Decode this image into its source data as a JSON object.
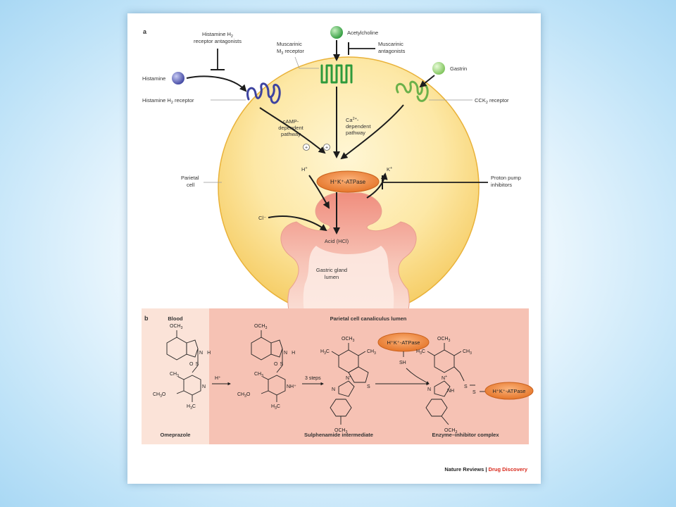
{
  "panel_a": {
    "letter": "a",
    "histamine": "Histamine",
    "h2_antagonists": [
      "Histamine H",
      "2",
      "receptor antagonists"
    ],
    "h2_receptor": [
      "Histamine H",
      "2",
      " receptor"
    ],
    "acetylcholine": "Acetylcholine",
    "muscarinic_antagonists": [
      "Muscarinic",
      "antagonists"
    ],
    "muscarinic_receptor": [
      "Muscarinic",
      "M",
      "3",
      " receptor"
    ],
    "gastrin": "Gastrin",
    "cck2_receptor": [
      "CCK",
      "2",
      " receptor"
    ],
    "camp_pathway": [
      "cAMP-",
      "dependent",
      "pathway"
    ],
    "ca_pathway": [
      "Ca",
      "2+",
      "-",
      "dependent",
      "pathway"
    ],
    "plus": "+",
    "h_ion": "H",
    "k_ion": "K",
    "ion_charge": "+",
    "atpase": "H⁺K⁺-ATPase",
    "parietal_cell": [
      "Parietal",
      "cell"
    ],
    "proton_pump_inhibitors": [
      "Proton pump",
      "inhibitors"
    ],
    "cl_ion": "Cl⁻",
    "acid": "Acid (HCl)",
    "lumen": [
      "Gastric gland",
      "lumen"
    ]
  },
  "panel_b": {
    "letter": "b",
    "blood": "Blood",
    "canaliculus": "Parietal cell canaliculus lumen",
    "proton": "H⁺",
    "three_steps": "3 steps",
    "atpase": "H⁺K⁺-ATPase",
    "sh": "SH",
    "omeprazole": "Omeprazole",
    "sulphenamide": "Sulphenamide intermediate",
    "complex": "Enzyme–inhibitor complex",
    "chem": {
      "och3": "OCH",
      "h3co_sub": "3",
      "ch3": "CH",
      "ch3o": "CH",
      "ch3o_tail": "O",
      "h3c": "H",
      "h3c_tail": "C",
      "n": "N",
      "nh": "NH",
      "nh_plus": "NH⁺",
      "h": "H",
      "s": "S",
      "o": "O",
      "s_eq": "S",
      "ss": "S",
      "plus": "+"
    }
  },
  "footer": {
    "journal": "Nature Reviews",
    "separator": " | ",
    "section": "Drug Discovery"
  },
  "colors": {
    "cell_fill": "#fbe39a",
    "cell_edge": "#e9b23a",
    "pink": "#f6c2b4",
    "atpase": "#f08a3a",
    "histamine": "#4a50a6",
    "acetylcholine": "#3aa447",
    "gastrin": "#8dc96a",
    "accent_red": "#d9291c"
  }
}
